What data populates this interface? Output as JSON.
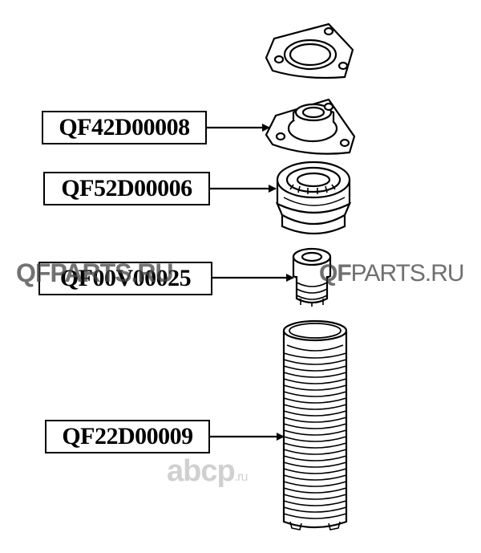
{
  "parts": [
    {
      "part_number": "QF42D00008",
      "component": "strut-mount"
    },
    {
      "part_number": "QF52D00006",
      "component": "strut-bearing"
    },
    {
      "part_number": "QF00V00025",
      "component": "bump-stop"
    },
    {
      "part_number": "QF22D00009",
      "component": "dust-boot"
    }
  ],
  "watermarks": {
    "left": "QFPARTS.RU",
    "right_bold": "QF",
    "right_rest": "PARTS.RU",
    "center_main": "abcp",
    "center_suffix": ".ru"
  },
  "colors": {
    "line": "#000000",
    "label_border": "#000000",
    "background": "#ffffff"
  }
}
